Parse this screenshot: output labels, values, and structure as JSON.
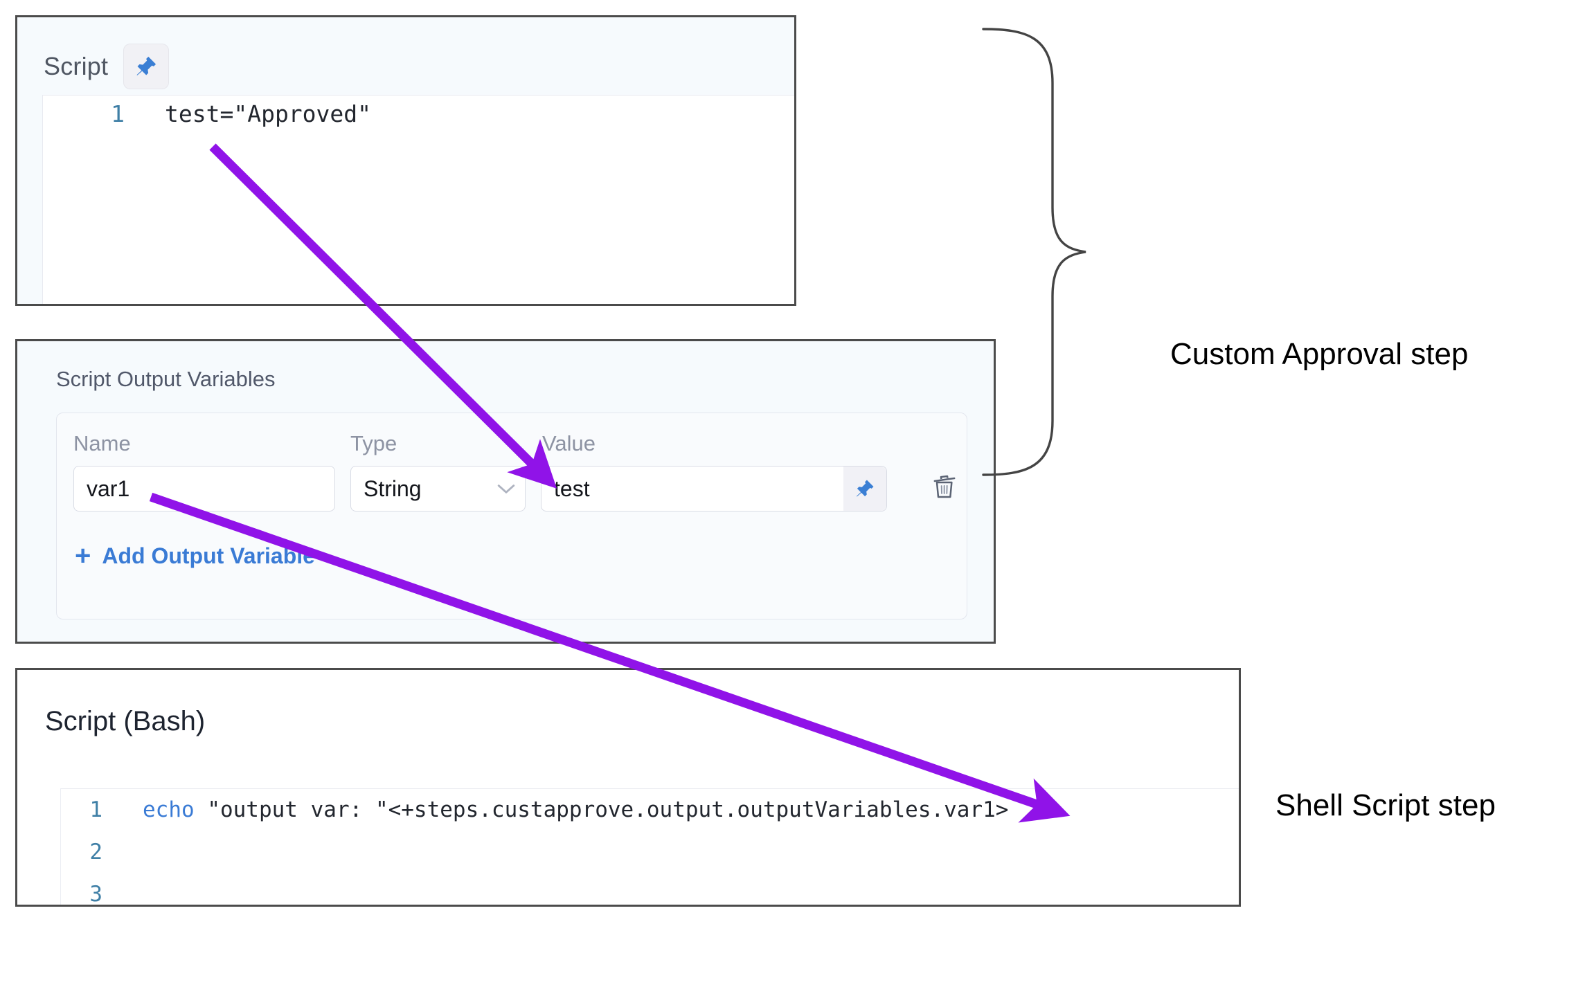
{
  "script_panel": {
    "title": "Script",
    "pin_icon": "pin-icon",
    "code": {
      "line_number": "1",
      "text": "test=\"Approved\""
    }
  },
  "output_variables_panel": {
    "title": "Script Output Variables",
    "columns": {
      "name": "Name",
      "type": "Type",
      "value": "Value"
    },
    "rows": [
      {
        "name": "var1",
        "type": "String",
        "type_chevron": "chevron-down-icon",
        "value": "test",
        "pin_icon": "pin-icon",
        "delete_icon": "trash-icon"
      }
    ],
    "add_variable": {
      "plus": "+",
      "label": "Add Output Variable"
    }
  },
  "bash_panel": {
    "title": "Script (Bash)",
    "code_lines": [
      {
        "number": "1",
        "keyword": "echo",
        "rest": " \"output var: \"<+steps.custapprove.output.outputVariables.var1>"
      },
      {
        "number": "2",
        "keyword": "",
        "rest": ""
      },
      {
        "number": "3",
        "keyword": "",
        "rest": ""
      }
    ]
  },
  "annotations": {
    "custom_approval_label": "Custom Approval step",
    "shell_script_label": "Shell Script step",
    "arrow_color": "#9013e8",
    "brace_color": "#444444"
  },
  "colors": {
    "panel_border": "#4b4b4b",
    "panel_bg_tint": "#f6fafd",
    "link_blue": "#3a7bd5",
    "pin_blue": "#3b7fd4",
    "line_number": "#3f7fa6",
    "muted_text": "#8d93a3"
  }
}
